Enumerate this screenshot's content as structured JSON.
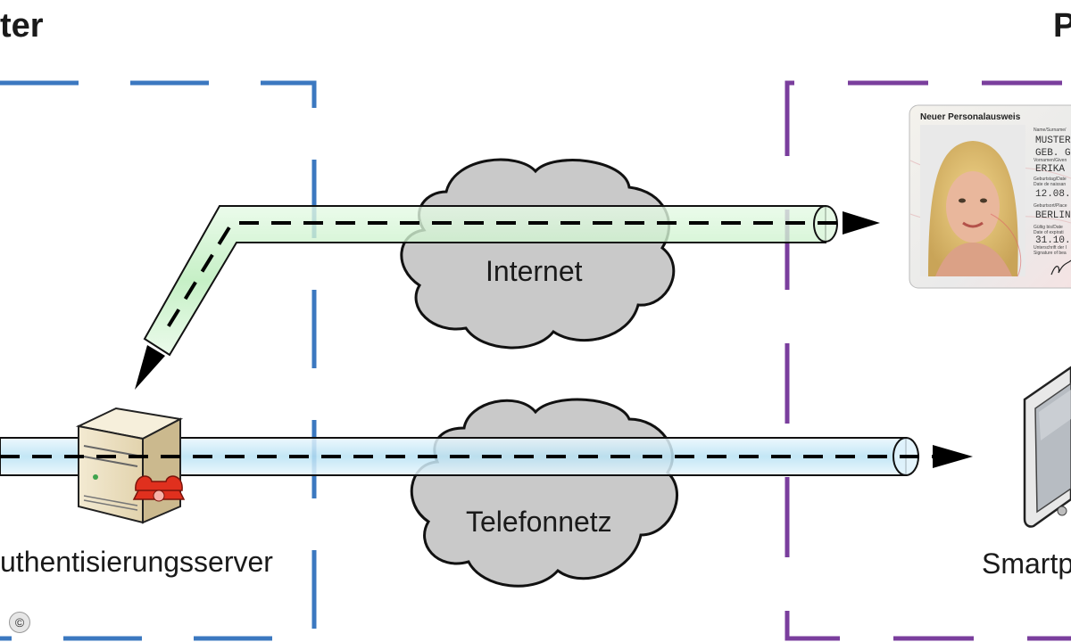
{
  "zones": {
    "left_title": "ter",
    "right_title": "P"
  },
  "clouds": {
    "internet": "Internet",
    "telefonnetz": "Telefonnetz"
  },
  "nodes": {
    "server_label": "uthentisierungsserver",
    "smartphone_label": "Smartp"
  },
  "id_card": {
    "heading": "Neuer Personalausweis",
    "surname_caption": "Name/Surname/",
    "surname": "MUSTER",
    "birth_name": "GEB. G",
    "given_caption": "Vornamen/Given",
    "given": "ERIKA",
    "dob_caption": "Geburtstag/Date",
    "dob_caption2": "Date de naissan",
    "dob": "12.08.",
    "pob_caption": "Geburtsort/Place",
    "pob": "BERLIN",
    "expiry_caption": "Gültig bis/Date",
    "expiry_caption2": "Date of expirati",
    "expiry": "31.10.",
    "signature_caption": "Unterschrift der I",
    "signature_caption2": "Signature of bea"
  },
  "copyright": "©",
  "colors": {
    "left_zone": "#3b78c0",
    "right_zone": "#7a3e9d",
    "green_tube": "#c6f0c6",
    "blue_tube": "#c7e8f6",
    "cloud": "#c9c9c9",
    "phone_handset": "#e0301e"
  }
}
